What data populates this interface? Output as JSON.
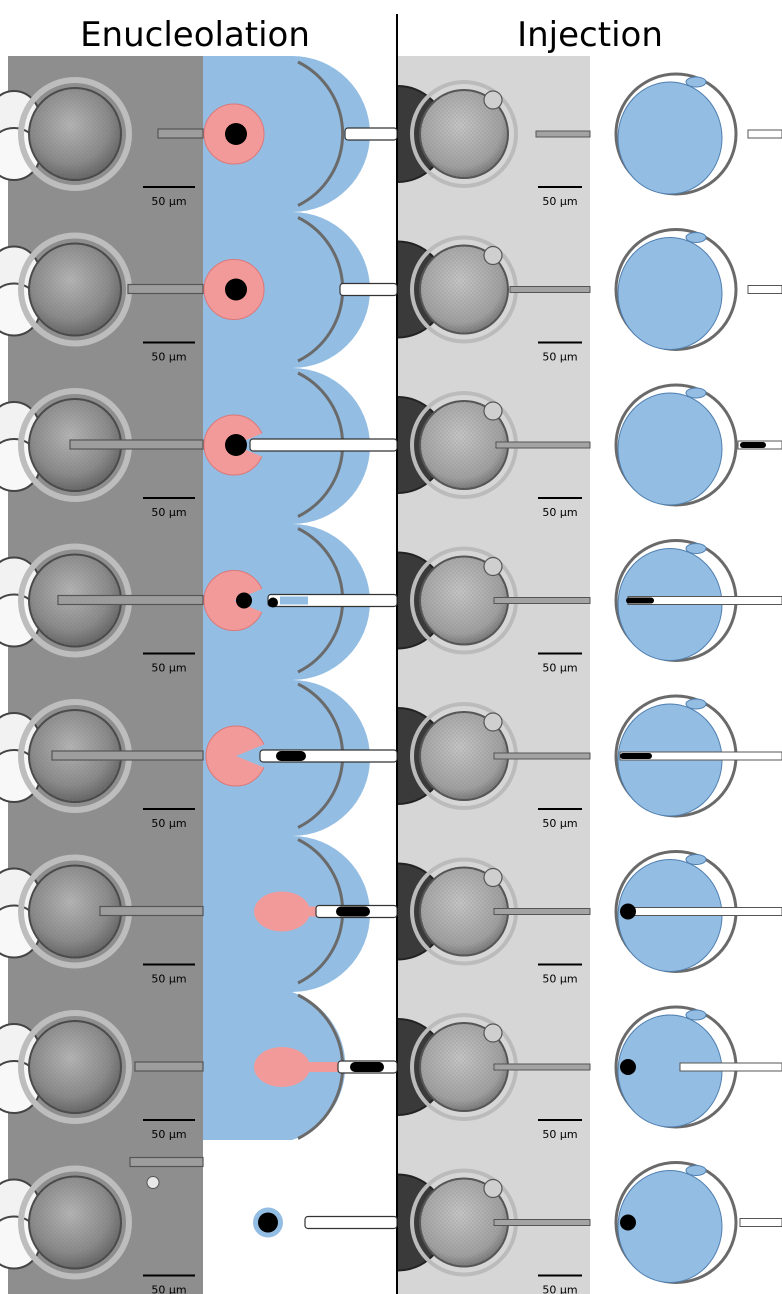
{
  "headers": {
    "left": "Enucleolation",
    "right": "Injection"
  },
  "scale_bar_label": "50 µm",
  "stage_count": 8,
  "colors": {
    "cytoplasm": "#93bde2",
    "nucleus": "#f29a9a",
    "nucleolus": "#000000",
    "zona": "#6a6a6a",
    "divider": "#000000"
  }
}
